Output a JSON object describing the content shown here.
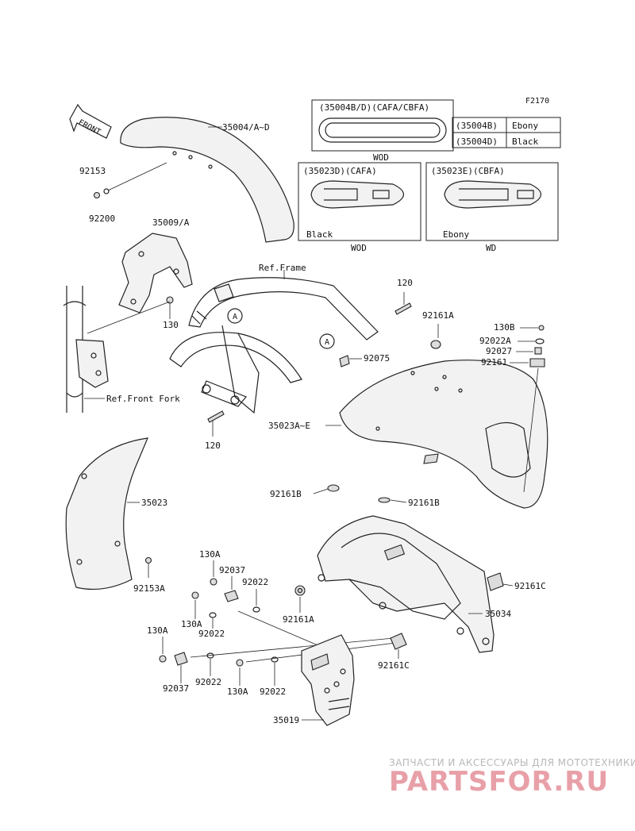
{
  "diagram_code": "F2170",
  "front_arrow": "FRONT",
  "labels": {
    "p35004": "35004/A~D",
    "p92153": "92153",
    "p92200": "92200",
    "p35009": "35009/A",
    "p130": "130",
    "ref_frame": "Ref.Frame",
    "ref_fork": "Ref.Front Fork",
    "p120_top": "120",
    "p120_bot": "120",
    "p92161A_top": "92161A",
    "p130B": "130B",
    "p92022A": "92022A",
    "p92027": "92027",
    "p92161": "92161",
    "p92075": "92075",
    "p35023AE": "35023A~E",
    "p35023": "35023",
    "p92161B_left": "92161B",
    "p92161B_right": "92161B",
    "p92153A": "92153A",
    "p130A_1": "130A",
    "p92037_1": "92037",
    "p92022_1": "92022",
    "p130A_2": "130A",
    "p92022_2": "92022",
    "p92161A_bot": "92161A",
    "p92161C_right": "92161C",
    "p35034": "35034",
    "p130A_3": "130A",
    "p92161C_bot": "92161C",
    "p92037_2": "92037",
    "p92022_3": "92022",
    "p130A_4": "130A",
    "p92022_4": "92022",
    "p35019": "35019",
    "callout_a": "A"
  },
  "inset_top": {
    "title": "(35004B/D)(CAFA/CBFA)",
    "caption": "WOD",
    "color_table": [
      {
        "code": "(35004B)",
        "color": "Ebony"
      },
      {
        "code": "(35004D)",
        "color": "Black"
      }
    ]
  },
  "inset_left": {
    "title": "(35023D)(CAFA)",
    "color": "Black",
    "caption": "WOD"
  },
  "inset_right": {
    "title": "(35023E)(CBFA)",
    "color": "Ebony",
    "caption": "WD"
  },
  "watermark": {
    "line1": "ЗАПЧАСТИ И АКСЕССУАРЫ ДЛЯ МОТОТЕХНИКИ",
    "line2": "PARTSFOR.RU"
  }
}
